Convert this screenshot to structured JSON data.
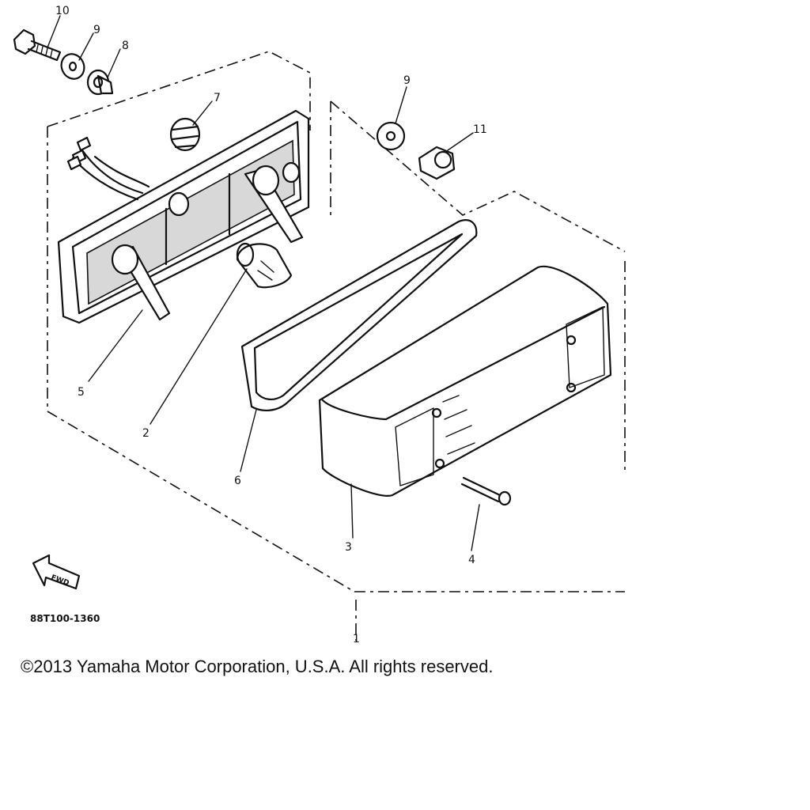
{
  "callouts": {
    "c10": "10",
    "c9a": "9",
    "c8": "8",
    "c7": "7",
    "c9b": "9",
    "c11": "11",
    "c5": "5",
    "c2": "2",
    "c6": "6",
    "c3": "3",
    "c4": "4",
    "c1": "1"
  },
  "fwd_label": "FWD",
  "diagram_code": "88T100-1360",
  "copyright": "©2013 Yamaha Motor Corporation, U.S.A. All rights reserved."
}
